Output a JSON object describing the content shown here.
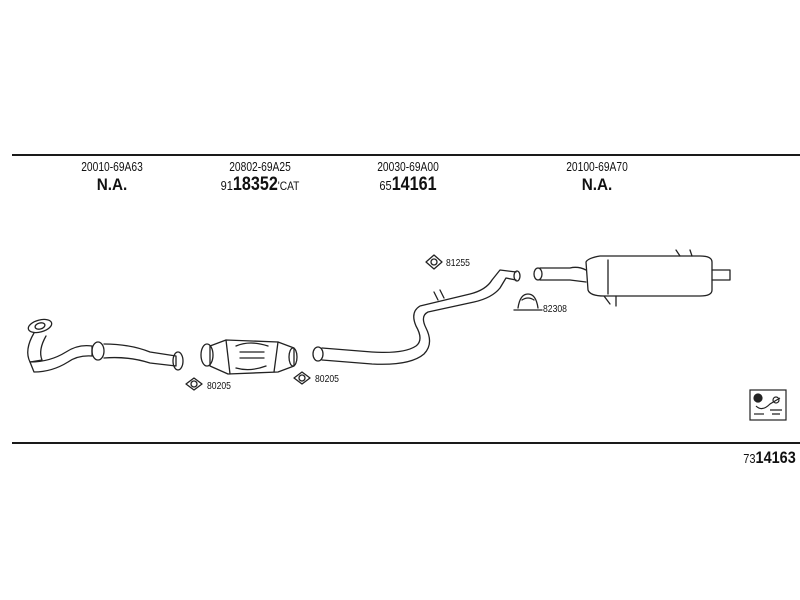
{
  "groups": [
    {
      "oem": "20010-69A63",
      "na": "N.A."
    },
    {
      "oem": "20802-69A25",
      "pn_prefix": "91",
      "pn_main": "18352",
      "pn_suffix": "'CAT"
    },
    {
      "oem": "20030-69A00",
      "pn_prefix": "65",
      "pn_main": "14161"
    },
    {
      "oem": "20100-69A70",
      "na": "N.A."
    }
  ],
  "parts": {
    "gasket_front_pipe": "80205",
    "gasket_cat_rear": "80205",
    "rubber_hanger": "81255",
    "clamp": "82308"
  },
  "reference": {
    "prefix": "73",
    "main": "14163",
    "icon": "fitting-kit-icon"
  }
}
